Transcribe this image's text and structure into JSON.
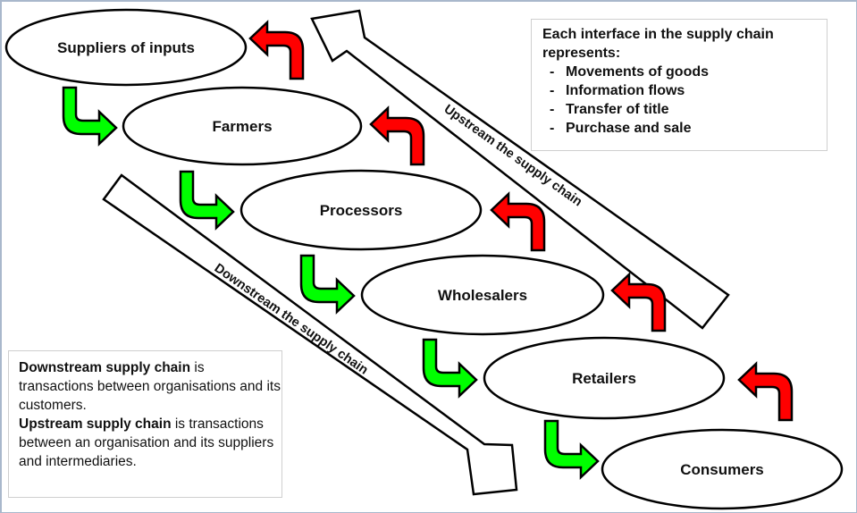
{
  "colors": {
    "downstream_arrow": "#00ff00",
    "upstream_arrow": "#ff0000",
    "outline": "#000000",
    "frame": "#a9b8cc"
  },
  "nodes": [
    {
      "id": "suppliers",
      "label": "Suppliers of inputs"
    },
    {
      "id": "farmers",
      "label": "Farmers"
    },
    {
      "id": "processors",
      "label": "Processors"
    },
    {
      "id": "wholesalers",
      "label": "Wholesalers"
    },
    {
      "id": "retailers",
      "label": "Retailers"
    },
    {
      "id": "consumers",
      "label": "Consumers"
    }
  ],
  "flows": {
    "downstream_arrows": 5,
    "upstream_arrows": 5,
    "downstream_icon": "green-bent-arrow-right",
    "upstream_icon": "red-bent-arrow-left"
  },
  "bands": {
    "upstream_label": "Upstream the supply chain",
    "downstream_label": "Downstream the supply chain"
  },
  "info_box": {
    "heading": "Each interface in the supply chain represents:",
    "items": [
      "Movements of goods",
      "Information flows",
      "Transfer of title",
      "Purchase and sale"
    ],
    "bullet": "-"
  },
  "definitions": {
    "downstream_term": "Downstream supply chain",
    "downstream_text": " is transactions between organisations and its customers.",
    "upstream_term": "Upstream supply chain",
    "upstream_text": " is transactions between an organisation and its suppliers and intermediaries."
  }
}
